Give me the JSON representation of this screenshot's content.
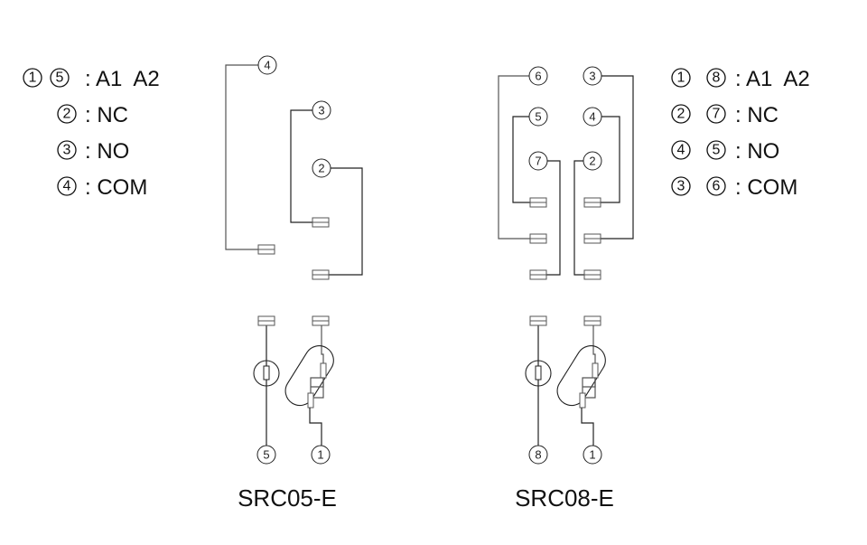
{
  "left_legend": {
    "rows": [
      {
        "pins": [
          "1",
          "5"
        ],
        "label": ": A1  A2"
      },
      {
        "pins": [
          "2"
        ],
        "label": ": NC"
      },
      {
        "pins": [
          "3"
        ],
        "label": ": NO"
      },
      {
        "pins": [
          "4"
        ],
        "label": ": COM"
      }
    ]
  },
  "right_legend": {
    "rows": [
      {
        "pins": [
          "1",
          "8"
        ],
        "label": ": A1  A2"
      },
      {
        "pins": [
          "2",
          "7"
        ],
        "label": ": NC"
      },
      {
        "pins": [
          "4",
          "5"
        ],
        "label": ": NO"
      },
      {
        "pins": [
          "3",
          "6"
        ],
        "label": ": COM"
      }
    ]
  },
  "src05": {
    "model": "SRC05-E",
    "pins": {
      "p4": "4",
      "p3": "3",
      "p2": "2",
      "p5": "5",
      "p1": "1"
    }
  },
  "src08": {
    "model": "SRC08-E",
    "pins": {
      "p6": "6",
      "p3": "3",
      "p5": "5",
      "p4": "4",
      "p7": "7",
      "p2": "2",
      "p8": "8",
      "p1": "1"
    }
  }
}
